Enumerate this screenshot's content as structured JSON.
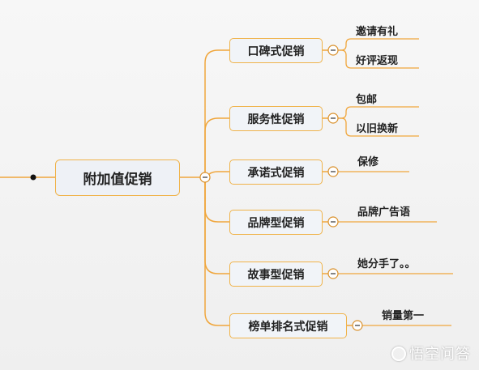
{
  "colors": {
    "connector": "#f0a63c",
    "node_border": "#f0b34a",
    "collapse_icon": "#d9902b"
  },
  "root": {
    "label": "附加值促销"
  },
  "branches": [
    {
      "label": "口碑式促销",
      "leaves": [
        "邀请有礼",
        "好评返现"
      ]
    },
    {
      "label": "服务性促销",
      "leaves": [
        "包邮",
        "以旧换新"
      ]
    },
    {
      "label": "承诺式促销",
      "leaves": [
        "保修"
      ]
    },
    {
      "label": "品牌型促销",
      "leaves": [
        "品牌广告语"
      ]
    },
    {
      "label": "故事型促销",
      "leaves": [
        "她分手了。。"
      ]
    },
    {
      "label": "榜单排名式促销",
      "leaves": [
        "销量第一"
      ]
    }
  ],
  "watermark": {
    "text": "悟空问答",
    "icon": "wukong-logo-icon"
  }
}
